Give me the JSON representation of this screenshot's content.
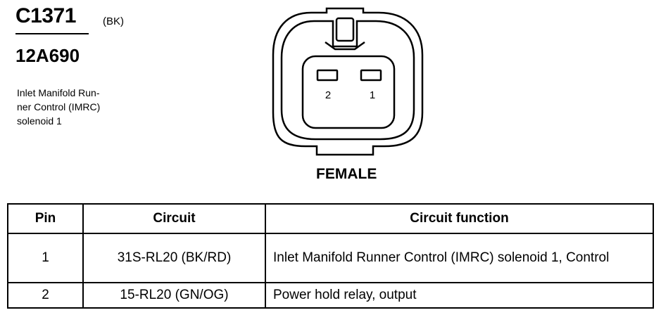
{
  "header": {
    "connector_id": "C1371",
    "color_code": "(BK)",
    "part_number": "12A690",
    "description_lines": [
      "Inlet Manifold Run-",
      "ner Control (IMRC)",
      "solenoid 1"
    ]
  },
  "connector": {
    "pin_labels": [
      "2",
      "1"
    ],
    "gender": "FEMALE"
  },
  "table": {
    "headers": [
      "Pin",
      "Circuit",
      "Circuit function"
    ],
    "rows": [
      {
        "pin": "1",
        "circuit": "31S-RL20 (BK/RD)",
        "function": "Inlet Manifold Runner Control (IMRC) solenoid 1, Control"
      },
      {
        "pin": "2",
        "circuit": "15-RL20 (GN/OG)",
        "function": "Power hold relay, output"
      }
    ]
  }
}
